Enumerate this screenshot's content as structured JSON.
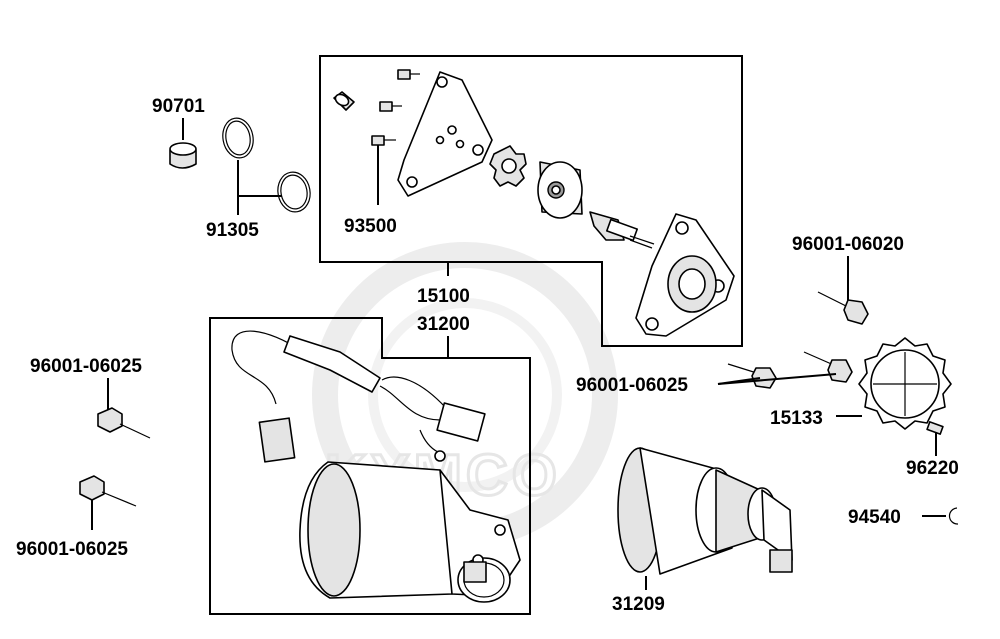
{
  "watermark": {
    "brand": "KYMCO",
    "color": "#e6e6e6"
  },
  "labels": {
    "p90701": "90701",
    "p91305": "91305",
    "p93500": "93500",
    "p15100": "15100",
    "p31200": "31200",
    "p96001_06020": "96001-06020",
    "p96001_06025_left_top": "96001-06025",
    "p96001_06025_left_bottom": "96001-06025",
    "p96001_06025_right": "96001-06025",
    "p15133": "15133",
    "p96220": "96220",
    "p94540": "94540",
    "p31209": "31209"
  },
  "icons": [
    "pin-icon",
    "o-ring-icon",
    "bolt-icon",
    "bracket-icon",
    "gear-icon",
    "starter-motor-icon",
    "wire-harness-icon",
    "sprocket-icon",
    "clip-icon"
  ]
}
